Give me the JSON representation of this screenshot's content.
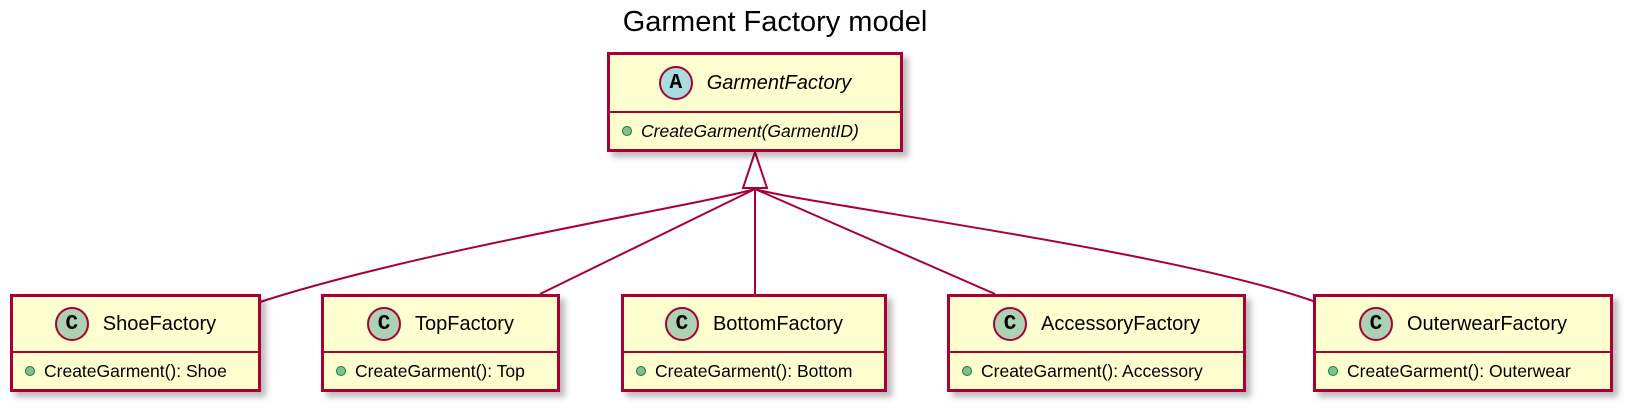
{
  "diagram": {
    "title": "Garment Factory model",
    "colors": {
      "border": "#A80036",
      "class_fill": "#FEFECE",
      "abstract_badge": "#A9DCDF",
      "class_badge": "#ADD1B2",
      "public_method_dot": "#84BE84"
    },
    "parent": {
      "stereotype": "A",
      "name": "GarmentFactory",
      "abstract": true,
      "method": "CreateGarment(GarmentID)"
    },
    "children": [
      {
        "stereotype": "C",
        "name": "ShoeFactory",
        "method": "CreateGarment(): Shoe"
      },
      {
        "stereotype": "C",
        "name": "TopFactory",
        "method": "CreateGarment(): Top"
      },
      {
        "stereotype": "C",
        "name": "BottomFactory",
        "method": "CreateGarment(): Bottom"
      },
      {
        "stereotype": "C",
        "name": "AccessoryFactory",
        "method": "CreateGarment(): Accessory"
      },
      {
        "stereotype": "C",
        "name": "OuterwearFactory",
        "method": "CreateGarment(): Outerwear"
      }
    ],
    "relation": "inheritance"
  }
}
